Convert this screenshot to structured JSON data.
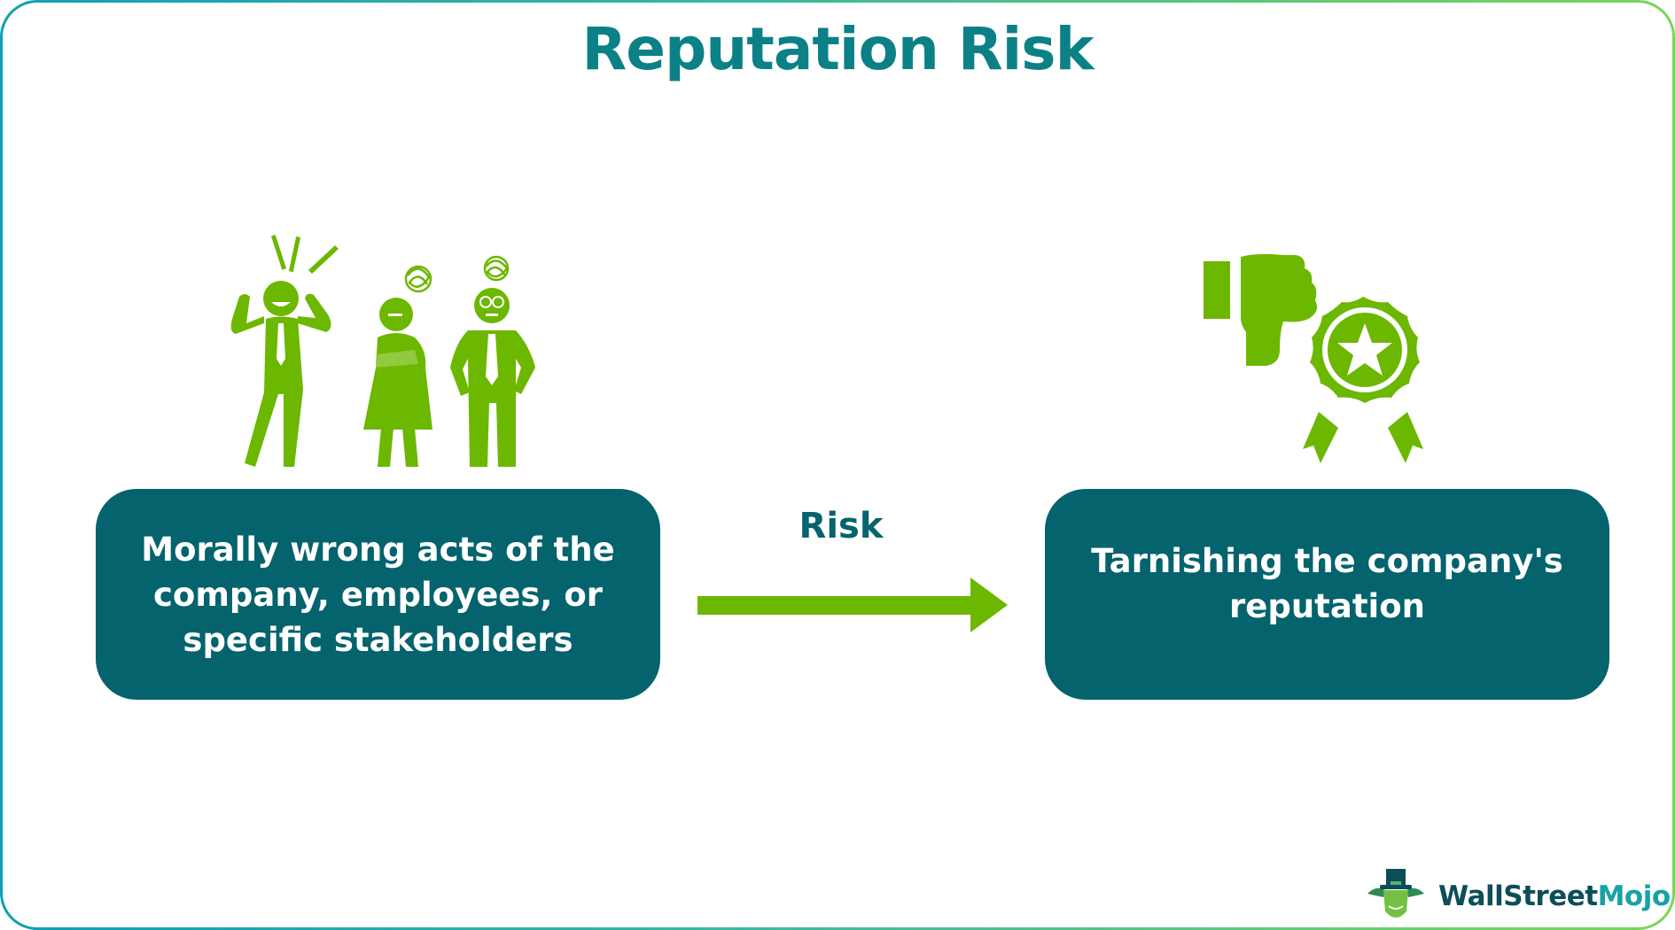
{
  "title": "Reputation Risk",
  "colors": {
    "title": "#0b8187",
    "box_fill": "#04636d",
    "box_text": "#ffffff",
    "icon_green": "#6cb700",
    "arrow_green": "#6cb700",
    "risk_label": "#05646e",
    "border_gradient_start": "#119fb3",
    "border_gradient_end": "#7ad65a"
  },
  "flow": {
    "cause": {
      "text": "Morally wrong acts of the company, employees, or specific stakeholders",
      "icon": "angry-people-icon"
    },
    "connector": {
      "label": "Risk",
      "icon": "right-arrow-icon"
    },
    "effect": {
      "text": "Tarnishing the company's reputation",
      "icon": "thumbs-down-badge-icon"
    }
  },
  "logo": {
    "part1": "WallStreet",
    "part2": "Mojo",
    "icon": "bull-mascot-icon"
  }
}
